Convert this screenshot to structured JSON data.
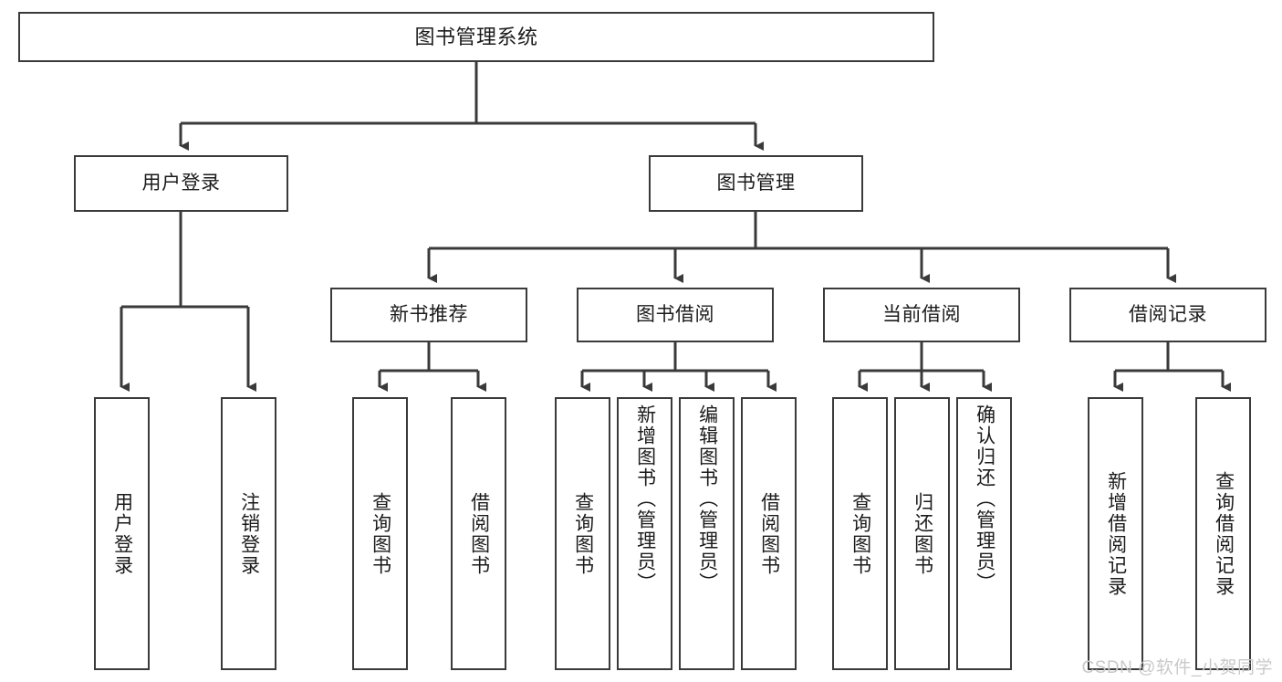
{
  "diagram": {
    "title": "图书管理系统",
    "watermark": "CSDN @软件_小贺同学",
    "colors": {
      "stroke": "#3a3a3a",
      "text": "#1b1b1b",
      "background": "#ffffff",
      "watermark": "#c9c9c9"
    },
    "levels": {
      "root": {
        "label": "图书管理系统"
      },
      "level2": [
        {
          "label": "用户登录"
        },
        {
          "label": "图书管理"
        }
      ],
      "level3": [
        {
          "label": "新书推荐"
        },
        {
          "label": "图书借阅"
        },
        {
          "label": "当前借阅"
        },
        {
          "label": "借阅记录"
        }
      ],
      "leaves": {
        "user_login": [
          {
            "label": "用户登录"
          },
          {
            "label": "注销登录"
          }
        ],
        "new_book_recommend": [
          {
            "label": "查询图书"
          },
          {
            "label": "借阅图书"
          }
        ],
        "book_borrow": [
          {
            "label": "查询图书"
          },
          {
            "label": "新增图书（管理员）"
          },
          {
            "label": "编辑图书（管理员）"
          },
          {
            "label": "借阅图书"
          }
        ],
        "current_borrow": [
          {
            "label": "查询图书"
          },
          {
            "label": "归还图书"
          },
          {
            "label": "确认归还（管理员）"
          }
        ],
        "borrow_record": [
          {
            "label": "新增借阅记录"
          },
          {
            "label": "查询借阅记录"
          }
        ]
      }
    }
  }
}
